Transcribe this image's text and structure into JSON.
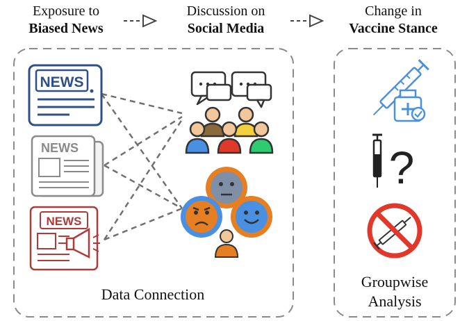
{
  "headers": [
    {
      "line1": "Exposure to",
      "line2": "Biased News"
    },
    {
      "line1": "Discussion on",
      "line2": "Social Media"
    },
    {
      "line1": "Change in",
      "line2": "Vaccine Stance"
    }
  ],
  "news_labels": [
    "NEWS",
    "NEWS",
    "NEWS"
  ],
  "captions": {
    "data_connection": "Data Connection",
    "groupwise_line1": "Groupwise",
    "groupwise_line2": "Analysis"
  },
  "question_mark": "?",
  "colors": {
    "news_blue": "#2f4f8a",
    "news_gray": "#8a8a8a",
    "news_red": "#b03a3a",
    "dashed": "#707070",
    "panel_border": "#8a8a8a",
    "no_sign": "#e0392b",
    "syringe_blue": "#4a90e2"
  }
}
